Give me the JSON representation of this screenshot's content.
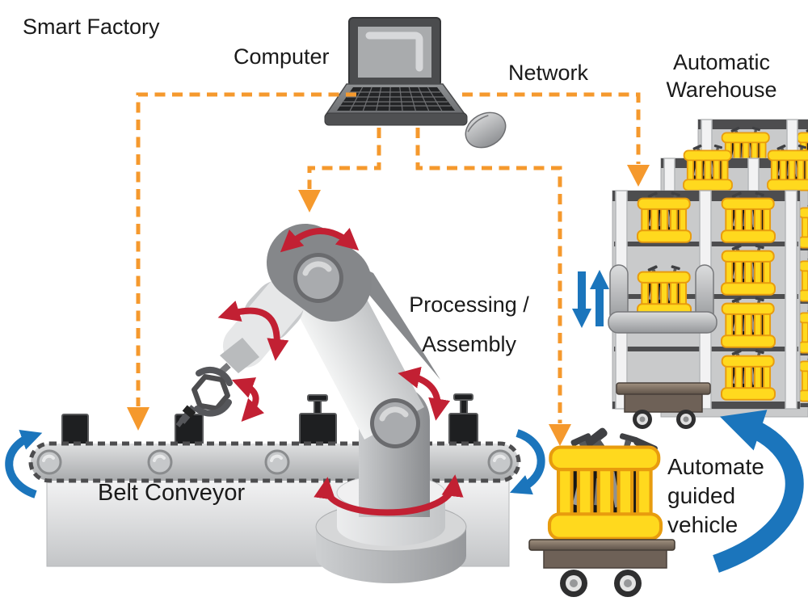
{
  "title": "Smart Factory",
  "labels": {
    "computer": "Computer",
    "network": "Network",
    "warehouse_line1": "Automatic",
    "warehouse_line2": "Warehouse",
    "processing_line1": "Processing /",
    "processing_line2": "Assembly",
    "belt_conveyor": "Belt Conveyor",
    "agv_line1": "Automate",
    "agv_line2": "guided",
    "agv_line3": "vehicle"
  },
  "colors": {
    "connection": "#F5992D",
    "rotation": "#C22033",
    "motion": "#1B75BC",
    "crate_fill": "#FFD91E",
    "crate_border": "#E89C0E",
    "text": "#1A1A1A"
  }
}
